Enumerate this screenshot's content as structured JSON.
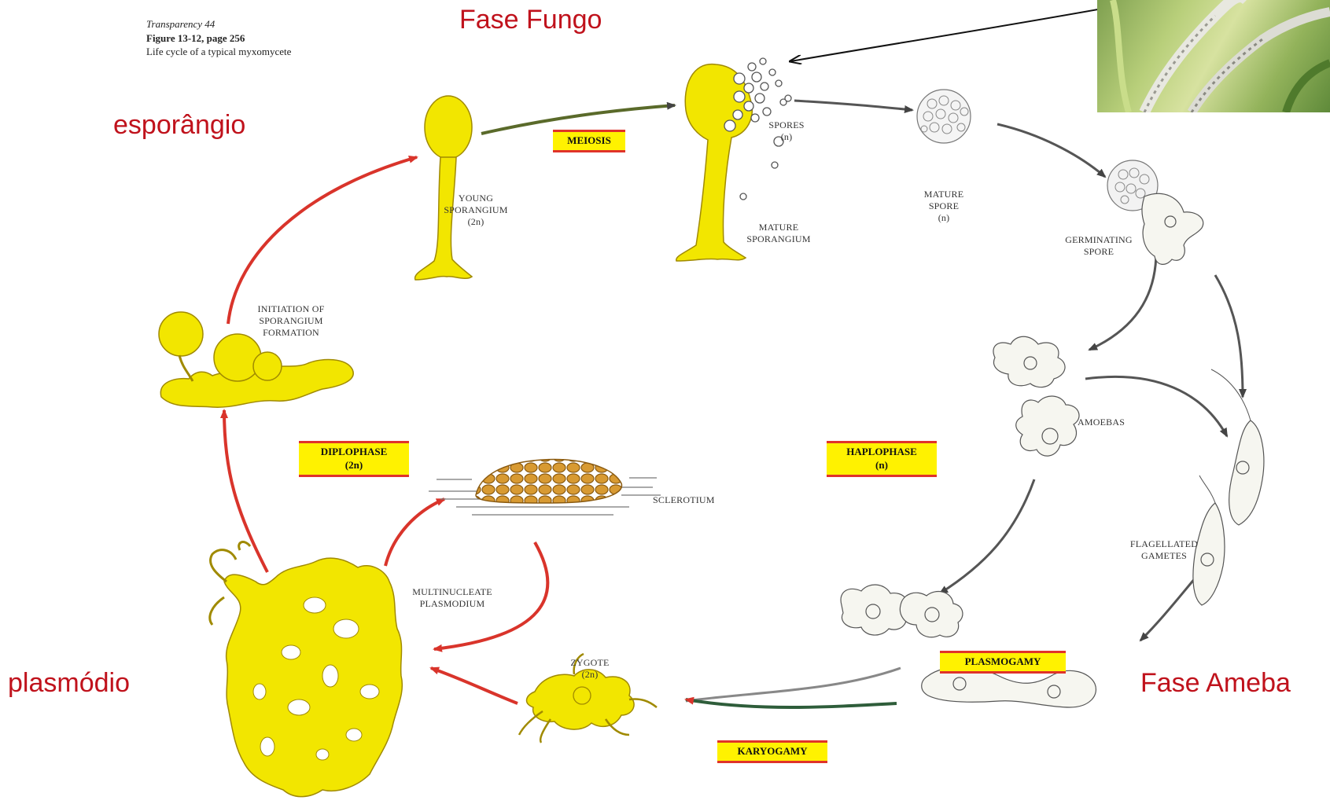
{
  "header": {
    "line1": "Transparency 44",
    "line2": "Figure 13-12, page 256",
    "line3": "Life cycle of a typical myxomycete"
  },
  "annotations": {
    "fase_fungo": "Fase Fungo",
    "esporangio": "esporângio",
    "plasmodio": "plasmódio",
    "fase_ameba": "Fase Ameba"
  },
  "stage_labels": {
    "young_sporangium": "YOUNG\nSPORANGIUM\n(2n)",
    "meiosis": "MEIOSIS",
    "spores": "SPORES\n(n)",
    "mature_sporangium": "MATURE\nSPORANGIUM",
    "mature_spore": "MATURE\nSPORE\n(n)",
    "germinating_spore": "GERMINATING\nSPORE",
    "initiation": "INITIATION OF\nSPORANGIUM\nFORMATION",
    "amoebas": "AMOEBAS",
    "diplophase": "DIPLOPHASE\n(2n)",
    "haplophase": "HAPLOPHASE\n(n)",
    "sclerotium": "SCLEROTIUM",
    "flagellated_gametes": "FLAGELLATED\nGAMETES",
    "multinucleate_plasmodium": "MULTINUCLEATE\nPLASMODIUM",
    "zygote": "ZYGOTE\n(2n)",
    "plasmogamy": "PLASMOGAMY",
    "karyogamy": "KARYOGAMY"
  },
  "colors": {
    "organism_fill": "#f2e600",
    "organism_stroke": "#a08a00",
    "arrow_red": "#d9342b",
    "arrow_dark": "#555555",
    "annotation_red": "#c0121c",
    "box_fill": "#fff200",
    "sclerotium": "#d8a03a"
  }
}
